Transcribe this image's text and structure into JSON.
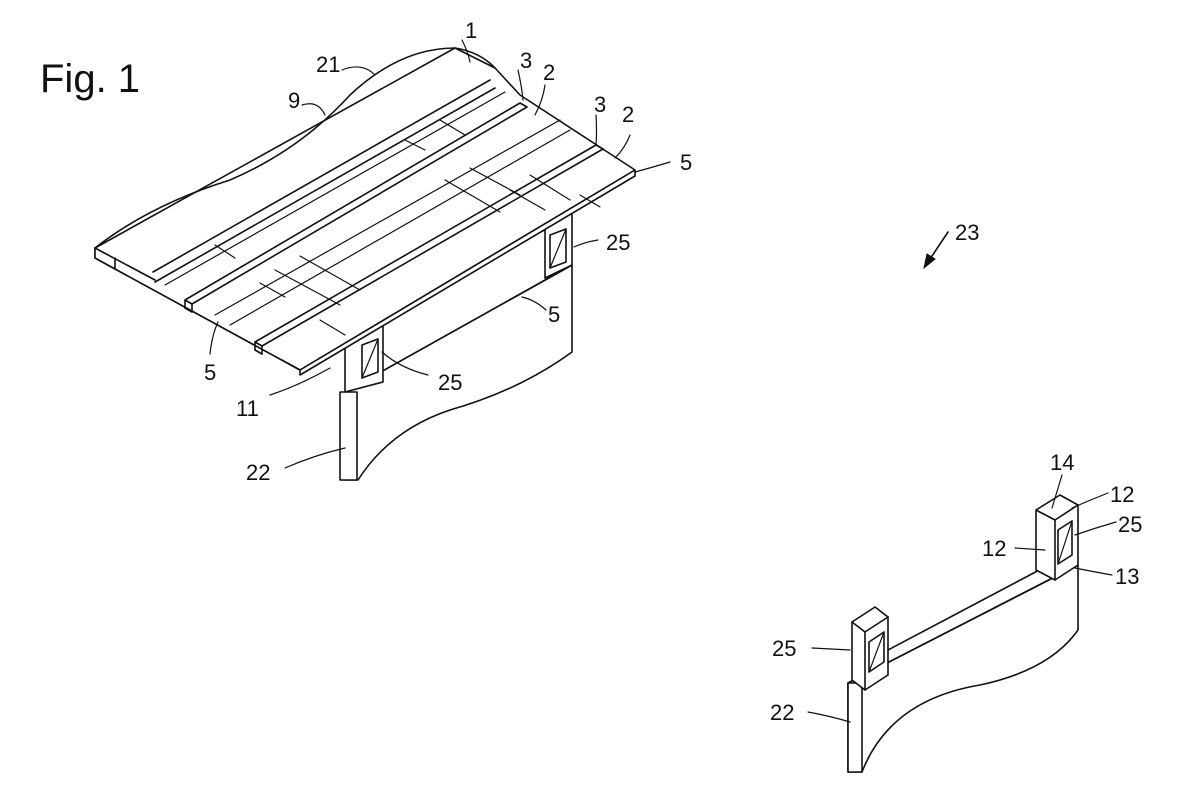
{
  "figure": {
    "title": "Fig. 1",
    "labels": {
      "l1": "1",
      "l21": "21",
      "l9": "9",
      "l3a": "3",
      "l2a": "2",
      "l3b": "3",
      "l2b": "2",
      "l5a": "5",
      "l25a": "25",
      "l23": "23",
      "l5b": "5",
      "l5c": "5",
      "l25b": "25",
      "l11": "11",
      "l22a": "22",
      "l14": "14",
      "l12a": "12",
      "l25c": "25",
      "l12b": "12",
      "l13": "13",
      "l25d": "25",
      "l22b": "22"
    }
  }
}
